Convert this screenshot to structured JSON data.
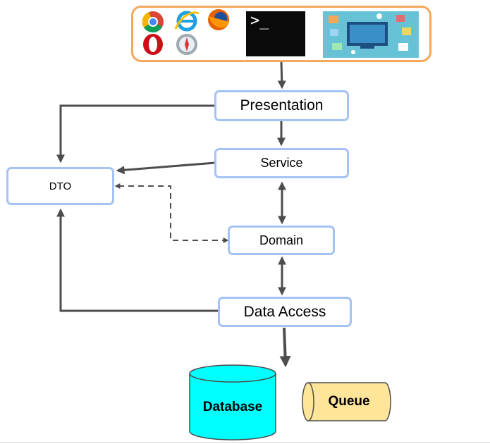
{
  "clients": {
    "icons": [
      "chrome-icon",
      "internet-explorer-icon",
      "firefox-icon",
      "opera-icon",
      "safari-icon",
      "terminal-icon",
      "app-dashboard-icon"
    ],
    "terminal_prompt": ">_"
  },
  "layers": {
    "presentation": "Presentation",
    "service": "Service",
    "domain": "Domain",
    "data_access": "Data Access",
    "dto": "DTO"
  },
  "storage": {
    "database": "Database",
    "queue": "Queue"
  },
  "colors": {
    "layer_border": "#a4c2f4",
    "clients_border": "#f6a85a",
    "arrow": "#4d4d4d",
    "database_fill": "#00ffff",
    "queue_fill": "#ffe599"
  }
}
